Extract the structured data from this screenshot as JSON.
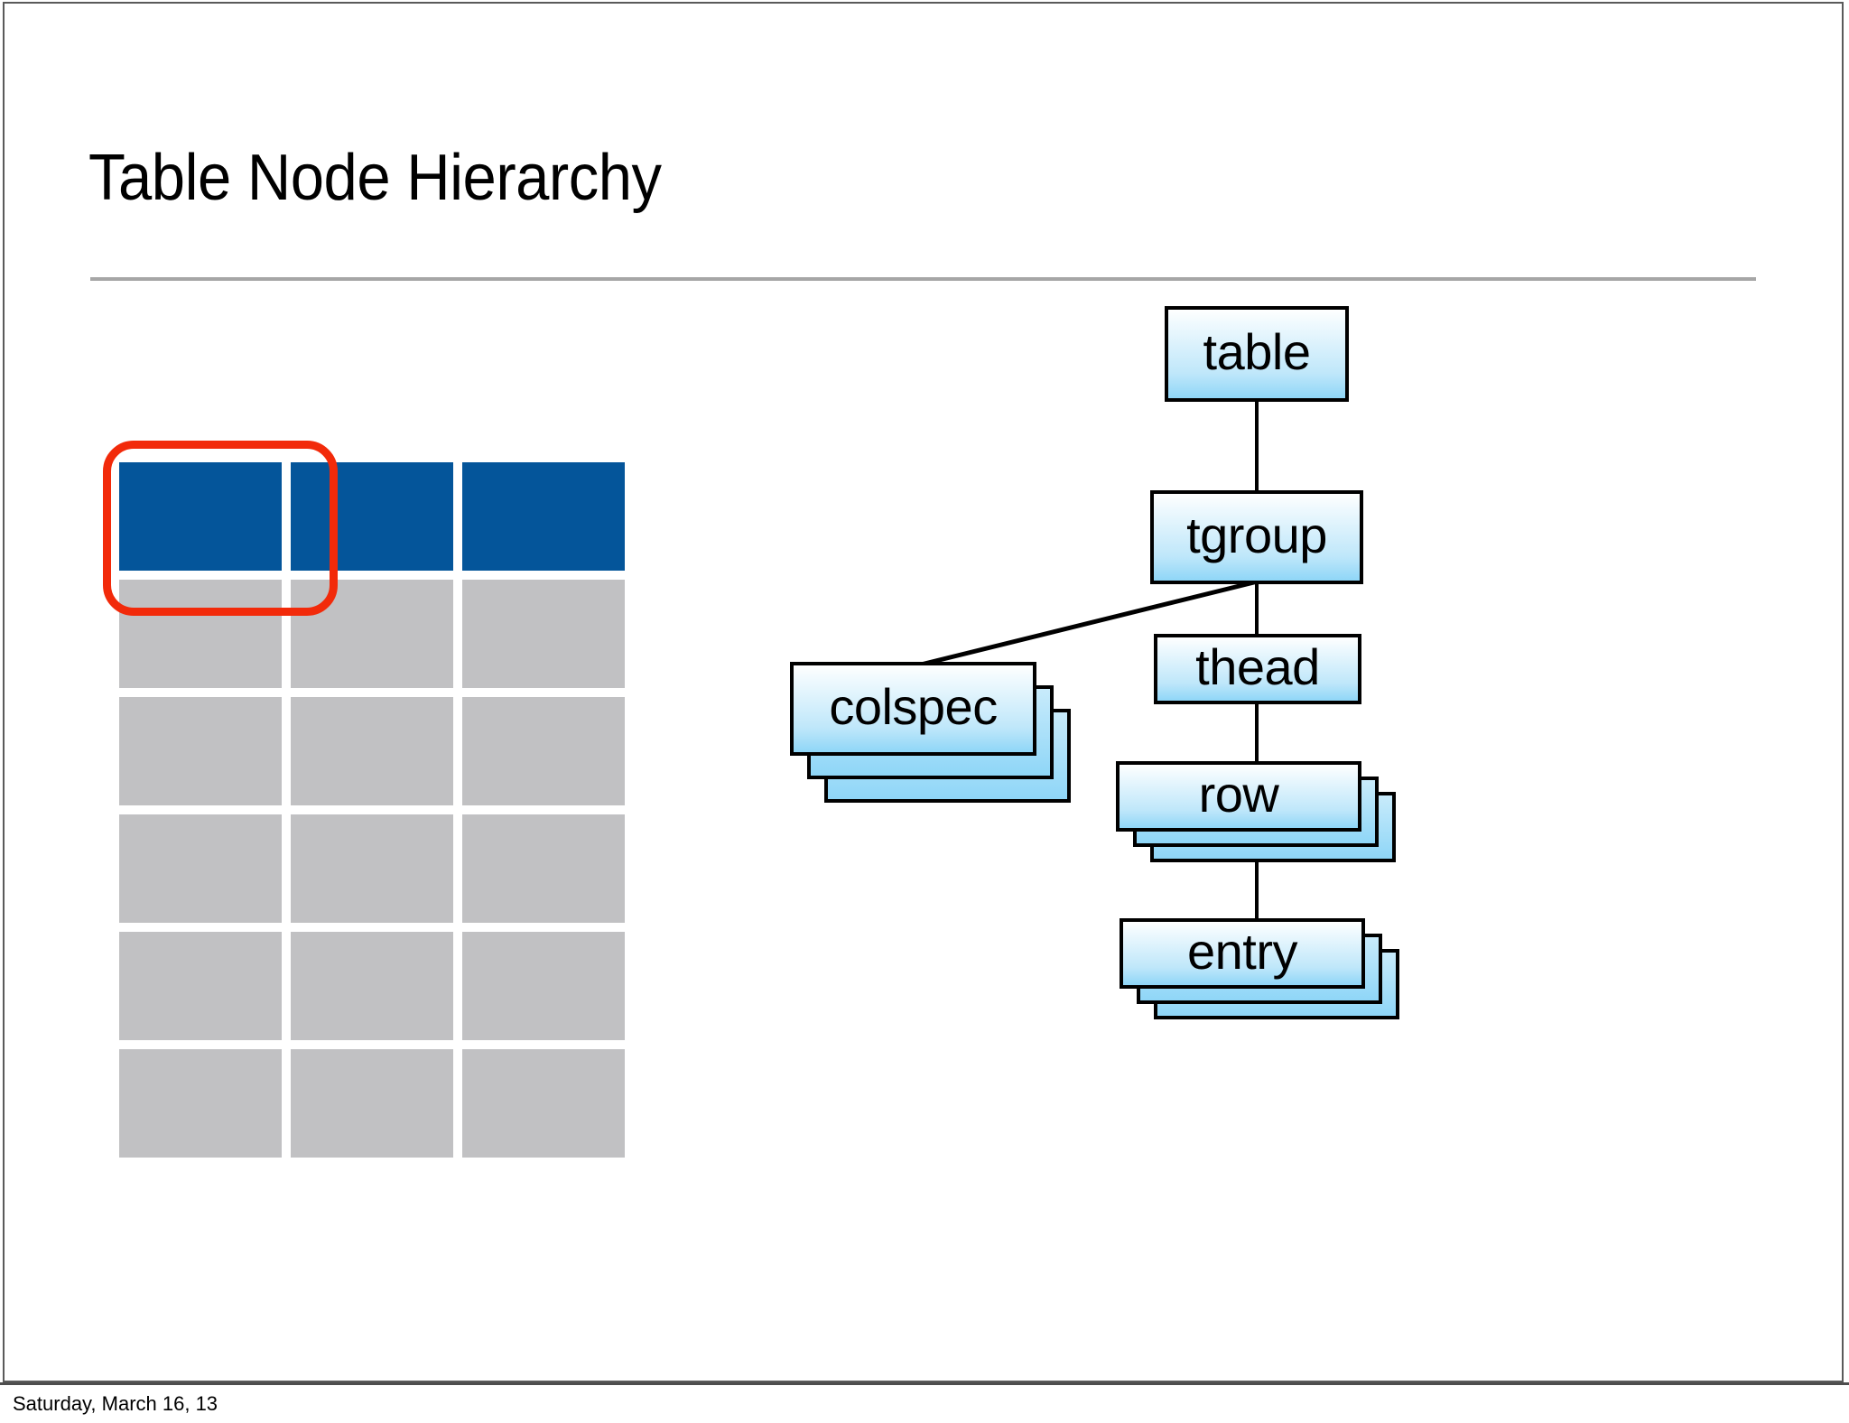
{
  "slide": {
    "title": "Table Node Hierarchy",
    "footer_date": "Saturday, March 16, 13"
  },
  "colors": {
    "header_cell": "#04559A",
    "body_cell": "#C1C1C3",
    "highlight": "#F22A0A",
    "node_fill_top": "#FFFFFF",
    "node_fill_bottom": "#8FD6F7",
    "node_border": "#000000",
    "rule": "#A6A6A6"
  },
  "table_graphic": {
    "name": "sample-table",
    "columns": 3,
    "rows": 6,
    "header_row_index": 0,
    "highlighted_cell": "row-0-col-0",
    "cells": [
      [
        "",
        "",
        ""
      ],
      [
        "",
        "",
        ""
      ],
      [
        "",
        "",
        ""
      ],
      [
        "",
        "",
        ""
      ],
      [
        "",
        "",
        ""
      ],
      [
        "",
        "",
        ""
      ]
    ]
  },
  "hierarchy": {
    "nodes": [
      {
        "id": "table",
        "label": "table",
        "stacked": false,
        "stack_count": 1
      },
      {
        "id": "tgroup",
        "label": "tgroup",
        "stacked": false,
        "stack_count": 1
      },
      {
        "id": "colspec",
        "label": "colspec",
        "stacked": true,
        "stack_count": 3
      },
      {
        "id": "thead",
        "label": "thead",
        "stacked": false,
        "stack_count": 1
      },
      {
        "id": "row",
        "label": "row",
        "stacked": true,
        "stack_count": 3
      },
      {
        "id": "entry",
        "label": "entry",
        "stacked": true,
        "stack_count": 3
      }
    ],
    "edges": [
      {
        "from": "table",
        "to": "tgroup"
      },
      {
        "from": "tgroup",
        "to": "colspec"
      },
      {
        "from": "tgroup",
        "to": "thead"
      },
      {
        "from": "thead",
        "to": "row"
      },
      {
        "from": "row",
        "to": "entry"
      }
    ]
  }
}
